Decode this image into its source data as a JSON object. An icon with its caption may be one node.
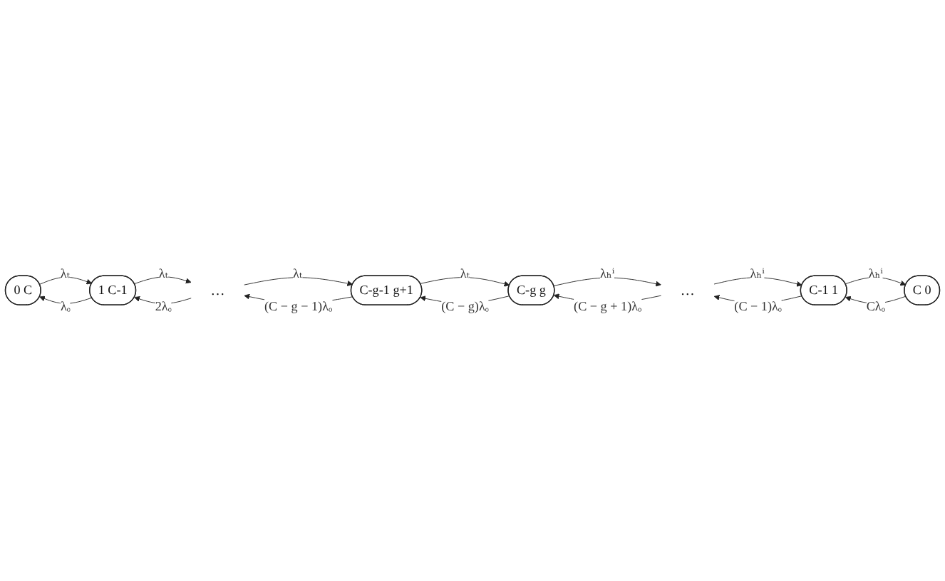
{
  "diagram": {
    "nodes": [
      {
        "text": [
          "0 C"
        ]
      },
      {
        "text": [
          "1 C-1"
        ]
      },
      {
        "text": [
          "…"
        ]
      },
      {
        "text": [
          "C-g-1 g+1"
        ]
      },
      {
        "text": [
          "C 0"
        ]
      },
      {
        "text": [
          "C-1 1"
        ]
      },
      {
        "text": [
          "…"
        ]
      },
      {
        "text": [
          "C-g g"
        ]
      }
    ],
    "edges": [
      {
        "from": 0,
        "to": 1,
        "arrow": "to",
        "label": "λₜ"
      },
      {
        "from": 1,
        "to": 0,
        "arrow": "to",
        "label": "λₒ"
      },
      {
        "from": 1,
        "to": 2,
        "arrow": "to",
        "label": "λₜ"
      },
      {
        "from": 2,
        "to": 1,
        "arrow": "to",
        "label": "2λₒ"
      },
      {
        "from": 2,
        "to": 3,
        "arrow": "to",
        "label": "λₜ"
      },
      {
        "from": 3,
        "to": 2,
        "arrow": "to",
        "label": "(C − g − 1)λₒ"
      },
      {
        "from": 3,
        "to": 7,
        "arrow": "to",
        "label": "λₜ"
      },
      {
        "from": 7,
        "to": 3,
        "arrow": "to",
        "label": "(C − g)λₒ"
      },
      {
        "from": 7,
        "to": 6,
        "arrow": "to",
        "label": "λₕⁱ"
      },
      {
        "from": 6,
        "to": 7,
        "arrow": "to",
        "label": "(C − g + 1)λₒ"
      },
      {
        "from": 6,
        "to": 5,
        "arrow": "to",
        "label": "λₕⁱ"
      },
      {
        "from": 5,
        "to": 6,
        "arrow": "to",
        "label": "(C − 1)λₒ"
      },
      {
        "from": 5,
        "to": 4,
        "arrow": "to",
        "label": "λₕⁱ"
      },
      {
        "from": 4,
        "to": 5,
        "arrow": "to",
        "label": "Cλₒ"
      }
    ]
  }
}
